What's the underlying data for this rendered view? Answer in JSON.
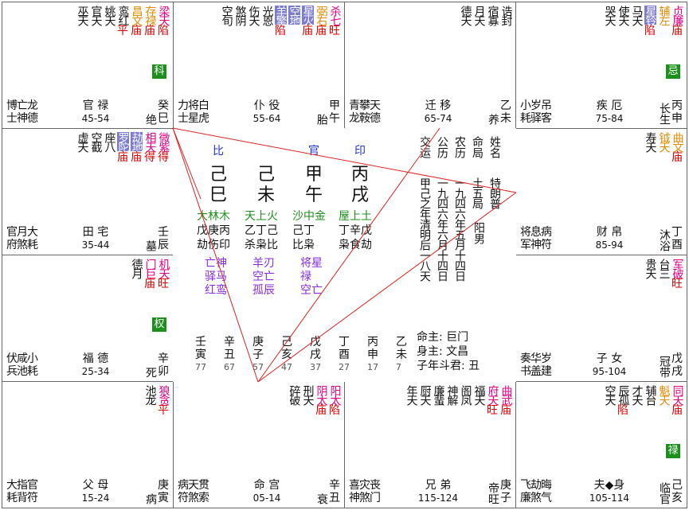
{
  "palaces": [
    {
      "id": "si",
      "major": [],
      "majors": [
        {
          "name": "天梁",
          "bright": "陷",
          "type": "major"
        },
        {
          "name": "天存",
          "bright": "庙",
          "type": "aux"
        }
      ],
      "aux": [
        {
          "name": "文昌",
          "bright": "庙",
          "type": "aux"
        }
      ],
      "minor": [
        "红鸾",
        "天姚",
        "天官",
        "天巫"
      ],
      "minor_bright": {
        "红鸾": "平"
      },
      "hua": "科",
      "gods": [
        "博士",
        "龙德"
      ],
      "gods2": [
        "土神",
        "德"
      ],
      "name": "官 禄",
      "ages": "45-54",
      "stage": "绝",
      "stem": "癸",
      "branch": "巳"
    }
  ],
  "cells": {
    "c00": {
      "stars": [
        {
          "t": "梁天",
          "c": "major",
          "b": "陷"
        },
        {
          "t": "存禄",
          "c": "aux",
          "b": "庙"
        },
        {
          "t": "昌文",
          "c": "aux",
          "b": "庙"
        },
        {
          "t": "鸾红",
          "c": "",
          "b": "平"
        },
        {
          "t": "姚天",
          "c": "",
          "b": ""
        },
        {
          "t": "官天",
          "c": "",
          "b": ""
        },
        {
          "t": "巫天",
          "c": "",
          "b": ""
        }
      ],
      "hua": "科",
      "gods": "博亡龙\n士神德",
      "name": "官 禄",
      "ages": "45-54",
      "stage": "绝",
      "stem": "癸",
      "branch": "巳"
    },
    "c01": {
      "stars": [
        {
          "t": "杀七",
          "c": "major",
          "b": "旺"
        },
        {
          "t": "弼右",
          "c": "aux",
          "b": "庙"
        },
        {
          "t": "星火",
          "c": "hl",
          "b": "庙"
        },
        {
          "t": "空地",
          "c": "hl",
          "b": ""
        },
        {
          "t": "羊擎",
          "c": "hl",
          "b": "陷"
        },
        {
          "t": "光恩",
          "c": "",
          "b": ""
        },
        {
          "t": "伤天",
          "c": "",
          "b": ""
        },
        {
          "t": "煞阴",
          "c": "",
          "b": ""
        },
        {
          "t": "空旬",
          "c": "",
          "b": ""
        }
      ],
      "hua": "",
      "gods": "力将白\n士星虎",
      "name": "仆 役",
      "ages": "55-64",
      "stage": "胎",
      "stem": "甲",
      "branch": "午"
    },
    "c02": {
      "stars": [
        {
          "t": "诰封",
          "c": "",
          "b": ""
        },
        {
          "t": "宿寡",
          "c": "",
          "b": ""
        },
        {
          "t": "月天",
          "c": "",
          "b": ""
        },
        {
          "t": "德天",
          "c": "",
          "b": ""
        }
      ],
      "hua": "",
      "gods": "青攀天\n龙鞍德",
      "name": "迁 移",
      "ages": "65-74",
      "stage": "养",
      "stem": "乙",
      "branch": "未"
    },
    "c03": {
      "stars": [
        {
          "t": "贞廉",
          "c": "major",
          "b": "庙"
        },
        {
          "t": "辅左",
          "c": "aux",
          "b": ""
        },
        {
          "t": "星铃",
          "c": "hl",
          "b": "陷"
        },
        {
          "t": "马天",
          "c": "",
          "b": ""
        },
        {
          "t": "使天",
          "c": "",
          "b": ""
        },
        {
          "t": "哭天",
          "c": "",
          "b": ""
        }
      ],
      "hua": "忌",
      "gods": "小岁吊\n耗驿客",
      "name": "疾 厄",
      "ages": "75-84",
      "stage": "长生",
      "stem": "丙",
      "branch": "申"
    },
    "c10": {
      "stars": [
        {
          "t": "微紫",
          "c": "major",
          "b": "得"
        },
        {
          "t": "相天",
          "c": "major",
          "b": "得"
        },
        {
          "t": "劫地",
          "c": "hl",
          "b": "庙"
        },
        {
          "t": "罗陀",
          "c": "hl",
          "b": "庙"
        },
        {
          "t": "座八",
          "c": "",
          "b": ""
        },
        {
          "t": "空截",
          "c": "",
          "b": ""
        },
        {
          "t": "虚天",
          "c": "",
          "b": ""
        }
      ],
      "hua": "",
      "gods": "官月大\n府煞耗",
      "name": "田 宅",
      "ages": "35-44",
      "stage": "墓",
      "stem": "壬",
      "branch": "辰"
    },
    "c13": {
      "stars": [
        {
          "t": "曲文",
          "c": "aux",
          "b": "庙"
        },
        {
          "t": "钺天",
          "c": "aux",
          "b": ""
        },
        {
          "t": "寿天",
          "c": "",
          "b": ""
        }
      ],
      "hua": "",
      "gods": "将息病\n军神符",
      "name": "财 帛",
      "ages": "85-94",
      "stage": "沐浴",
      "stem": "丁",
      "branch": "酉"
    },
    "c20": {
      "stars": [
        {
          "t": "机天",
          "c": "major",
          "b": "旺"
        },
        {
          "t": "门巨",
          "c": "major",
          "b": "庙"
        },
        {
          "t": "德月",
          "c": "",
          "b": ""
        }
      ],
      "hua": "权",
      "gods": "伏咸小\n兵池耗",
      "name": "福 德",
      "ages": "25-34",
      "stage": "死",
      "stem": "辛",
      "branch": "卯"
    },
    "c23": {
      "stars": [
        {
          "t": "军破",
          "c": "major",
          "b": "旺"
        },
        {
          "t": "台三",
          "c": "",
          "b": ""
        },
        {
          "t": "贵天",
          "c": "",
          "b": ""
        }
      ],
      "hua": "",
      "gods": "奏华岁\n书盖建",
      "name": "子 女",
      "ages": "95-104",
      "stage": "冠带",
      "stem": "戊",
      "branch": "戌"
    },
    "c30": {
      "stars": [
        {
          "t": "狼贪",
          "c": "major",
          "b": "平"
        },
        {
          "t": "池龙",
          "c": "",
          "b": ""
        }
      ],
      "hua": "",
      "gods": "大指官\n耗背符",
      "name": "父 母",
      "ages": "15-24",
      "stage": "病",
      "stem": "庚",
      "branch": "寅"
    },
    "c31": {
      "stars": [
        {
          "t": "阳太",
          "c": "major",
          "b": "陷"
        },
        {
          "t": "阴太",
          "c": "major",
          "b": "庙"
        },
        {
          "t": "刑天",
          "c": "",
          "b": ""
        },
        {
          "t": "碎破",
          "c": "",
          "b": ""
        }
      ],
      "hua": "",
      "gods": "病天贯\n符煞索",
      "name": "命 宫",
      "ages": "05-14",
      "stage": "衰",
      "stem": "辛",
      "branch": "丑"
    },
    "c32": {
      "stars": [
        {
          "t": "曲武",
          "c": "major",
          "b": "庙"
        },
        {
          "t": "府天",
          "c": "major",
          "b": "旺"
        },
        {
          "t": "福天",
          "c": "",
          "b": ""
        },
        {
          "t": "阁凤",
          "c": "",
          "b": ""
        },
        {
          "t": "神解",
          "c": "",
          "b": ""
        },
        {
          "t": "廉蜚",
          "c": "",
          "b": ""
        },
        {
          "t": "厨天",
          "c": "",
          "b": ""
        },
        {
          "t": "年天",
          "c": "",
          "b": ""
        }
      ],
      "hua": "",
      "gods": "喜灾丧\n神煞门",
      "name": "兄 弟",
      "ages": "115-124",
      "stage": "帝旺",
      "stem": "庚",
      "branch": "子"
    },
    "c33": {
      "stars": [
        {
          "t": "同天",
          "c": "major",
          "b": "庙"
        },
        {
          "t": "魁天",
          "c": "aux",
          "b": ""
        },
        {
          "t": "辅台",
          "c": "",
          "b": ""
        },
        {
          "t": "才天",
          "c": "",
          "b": ""
        },
        {
          "t": "辰孤",
          "c": "",
          "b": "陷"
        },
        {
          "t": "空天",
          "c": "",
          "b": ""
        }
      ],
      "hua": "禄",
      "gods": "飞劫晦\n廉煞气",
      "name": "夫◆身",
      "ages": "105-114",
      "stage": "临官",
      "stem": "己",
      "branch": "亥"
    }
  },
  "center": {
    "pillar_labels": [
      "比",
      "",
      "官",
      "印"
    ],
    "pillars_top": [
      "己",
      "己",
      "甲",
      "丙"
    ],
    "pillars_bot": [
      "巳",
      "未",
      "午",
      "戌"
    ],
    "nayin": [
      "大林木",
      "天上火",
      "沙中金",
      "屋上土"
    ],
    "hidden": [
      "戊庚丙",
      "乙丁己",
      "己丁",
      "丁辛戊"
    ],
    "hidden_gods": [
      "劫伤印",
      "杀枭比",
      "比枭",
      "枭食劫"
    ],
    "shensha": [
      "亡神\n驿马\n红鸾",
      "羊刃\n空亡\n孤辰",
      "将星\n禄\n空亡",
      ""
    ],
    "dayun_stems": [
      "壬",
      "辛",
      "庚",
      "己",
      "戊",
      "丁",
      "丙",
      "乙"
    ],
    "dayun_branches": [
      "寅",
      "丑",
      "子",
      "亥",
      "戌",
      "酉",
      "申",
      "未"
    ],
    "dayun_ages": [
      "77",
      "67",
      "57",
      "47",
      "37",
      "27",
      "17",
      "7"
    ],
    "info_cols": [
      "姓名",
      "命局",
      "农历",
      "公历",
      "交运"
    ],
    "info_vals": [
      "特朗普",
      "土五局",
      "一九四六年五月十四日",
      "一九四六年六月十四日",
      "甲己之年清明后一八天"
    ],
    "gender": "阳男",
    "ming_zhu": "命主:    巨门",
    "shen_zhu": "身主:    文昌",
    "dou_jun": "子年斗君: 丑"
  }
}
